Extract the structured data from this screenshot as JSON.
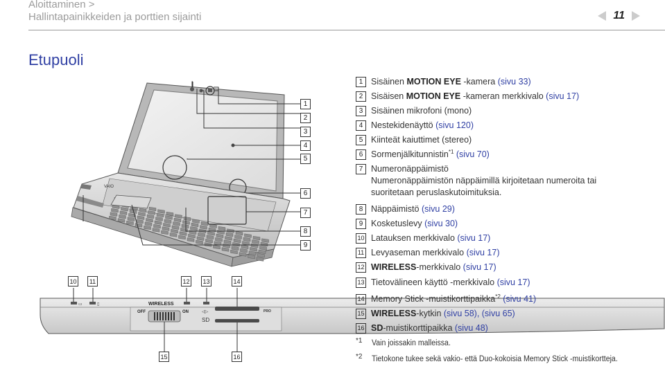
{
  "header": {
    "breadcrumb_parent": "Aloittaminen >",
    "breadcrumb_current": "Hallintapainikkeiden ja porttien sijainti",
    "page_number": "11"
  },
  "section_title": "Etupuoli",
  "items": [
    {
      "n": "1",
      "text": "Sisäinen ",
      "bold": "MOTION EYE",
      "after": " -kamera ",
      "link": "(sivu 33)"
    },
    {
      "n": "2",
      "text": "Sisäisen ",
      "bold": "MOTION EYE",
      "after": " -kameran merkkivalo ",
      "link": "(sivu 17)"
    },
    {
      "n": "3",
      "text": "Sisäinen mikrofoni (mono)",
      "bold": "",
      "after": "",
      "link": ""
    },
    {
      "n": "4",
      "text": "Nestekidenäyttö ",
      "bold": "",
      "after": "",
      "link": "(sivu 120)"
    },
    {
      "n": "5",
      "text": "Kiinteät kaiuttimet (stereo)",
      "bold": "",
      "after": "",
      "link": ""
    },
    {
      "n": "6",
      "text": "Sormenjälkitunnistin",
      "bold": "",
      "after": "",
      "sup": "*1",
      "link": " (sivu 70)"
    },
    {
      "n": "7",
      "text": "Numeronäppäimistö",
      "bold": "",
      "after": "",
      "link": ""
    },
    {
      "n": "8",
      "text": "Näppäimistö ",
      "bold": "",
      "after": "",
      "link": "(sivu 29)"
    },
    {
      "n": "9",
      "text": "Kosketuslevy ",
      "bold": "",
      "after": "",
      "link": "(sivu 30)"
    },
    {
      "n": "10",
      "text": "Latauksen merkkivalo ",
      "bold": "",
      "after": "",
      "link": "(sivu 17)"
    },
    {
      "n": "11",
      "text": "Levyaseman merkkivalo ",
      "bold": "",
      "after": "",
      "link": "(sivu 17)"
    },
    {
      "n": "12",
      "text": "",
      "bold": "WIRELESS",
      "after": "-merkkivalo ",
      "link": "(sivu 17)"
    },
    {
      "n": "13",
      "text": "Tietovälineen käyttö -merkkivalo ",
      "bold": "",
      "after": "",
      "link": "(sivu 17)"
    },
    {
      "n": "14",
      "text": "Memory Stick -muistikorttipaikka",
      "bold": "",
      "after": "",
      "sup": "*2",
      "link": " (sivu 41)"
    },
    {
      "n": "15",
      "text": "",
      "bold": "WIRELESS",
      "after": "-kytkin ",
      "link": "(sivu 58), (sivu 65)"
    },
    {
      "n": "16",
      "text": "",
      "bold": "SD",
      "after": "-muistikorttipaikka ",
      "link": "(sivu 48)"
    }
  ],
  "item7_description": "Numeronäppäimistön näppäimillä kirjoitetaan numeroita tai suoritetaan peruslaskutoimituksia.",
  "footnotes": [
    {
      "mark": "*1",
      "text": "Vain joissakin malleissa."
    },
    {
      "mark": "*2",
      "text": "Tietokone tukee sekä vakio- että Duo-kokoisia Memory Stick -muistikortteja."
    }
  ],
  "device_labels": {
    "off": "OFF",
    "wireless": "WIRELESS",
    "on": "ON",
    "sd": "SD",
    "pro": "PRO",
    "vaio": "VAIO"
  },
  "colors": {
    "link": "#2f3fa3",
    "title": "#2f3fa3",
    "header_gray": "#9b9b9b"
  }
}
